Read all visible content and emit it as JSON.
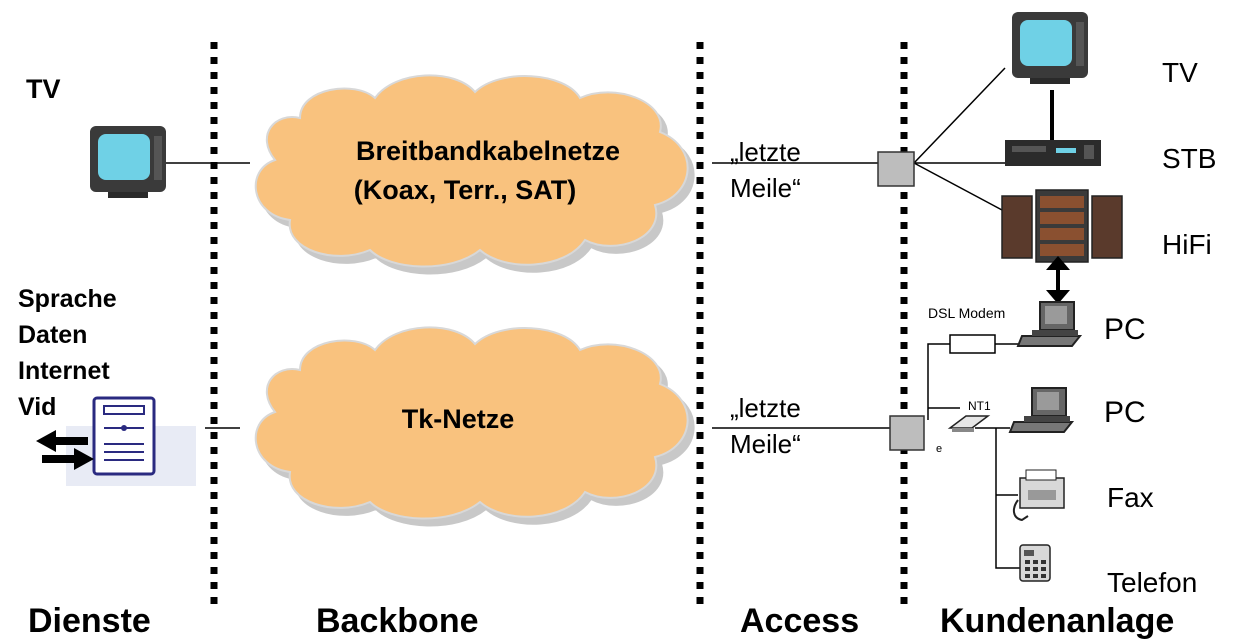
{
  "zones": {
    "dienste": "Dienste",
    "backbone": "Backbone",
    "access": "Access",
    "kundenanlage": "Kundenanlage"
  },
  "services": {
    "tv": "TV",
    "line1": "Sprache",
    "line2": "Daten",
    "line3": "Internet",
    "line4": "Vid"
  },
  "clouds": {
    "upper_line1": "Breitbandkabelnetze",
    "upper_line2": "(Koax, Terr., SAT)",
    "lower": "Tk-Netze"
  },
  "last_mile": {
    "upper_line1": "„letzte",
    "upper_line2": "Meile“",
    "lower_line1": "„letzte",
    "lower_line2": "Meile“"
  },
  "devices": {
    "tv": "TV",
    "stb": "STB",
    "hifi": "HiFi",
    "pc1": "PC",
    "pc2": "PC",
    "fax": "Fax",
    "telefon": "Telefon",
    "dsl_modem": "DSL Modem",
    "nt1": "NT1",
    "small_mark": "e"
  },
  "colors": {
    "cloud_fill": "#f9c27e",
    "cloud_stroke": "#d8d8d8",
    "monitor_screen": "#6fd1e6",
    "monitor_body": "#3a3a3a",
    "server_panel": "#e8ebf5",
    "server_stroke": "#2a2a80",
    "hifi_wood": "#5a3a2c",
    "splitter_fill": "#bdbdbd"
  }
}
